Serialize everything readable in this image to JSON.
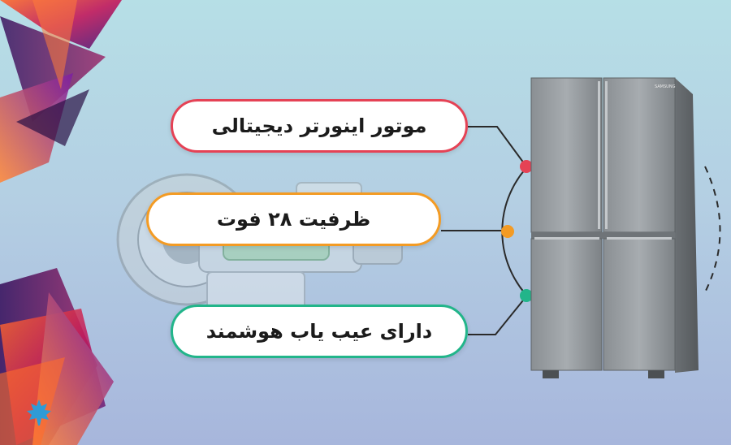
{
  "features": [
    {
      "label": "موتور اینورتر دیجیتالی",
      "color": "#e54255"
    },
    {
      "label": "ظرفیت ۲۸ فوت",
      "color": "#f39b24"
    },
    {
      "label": "دارای عیب یاب هوشمند",
      "color": "#22b58a"
    }
  ],
  "product": {
    "brand": "SAMSUNG"
  },
  "icons": [
    "maple-leaf-icon"
  ]
}
